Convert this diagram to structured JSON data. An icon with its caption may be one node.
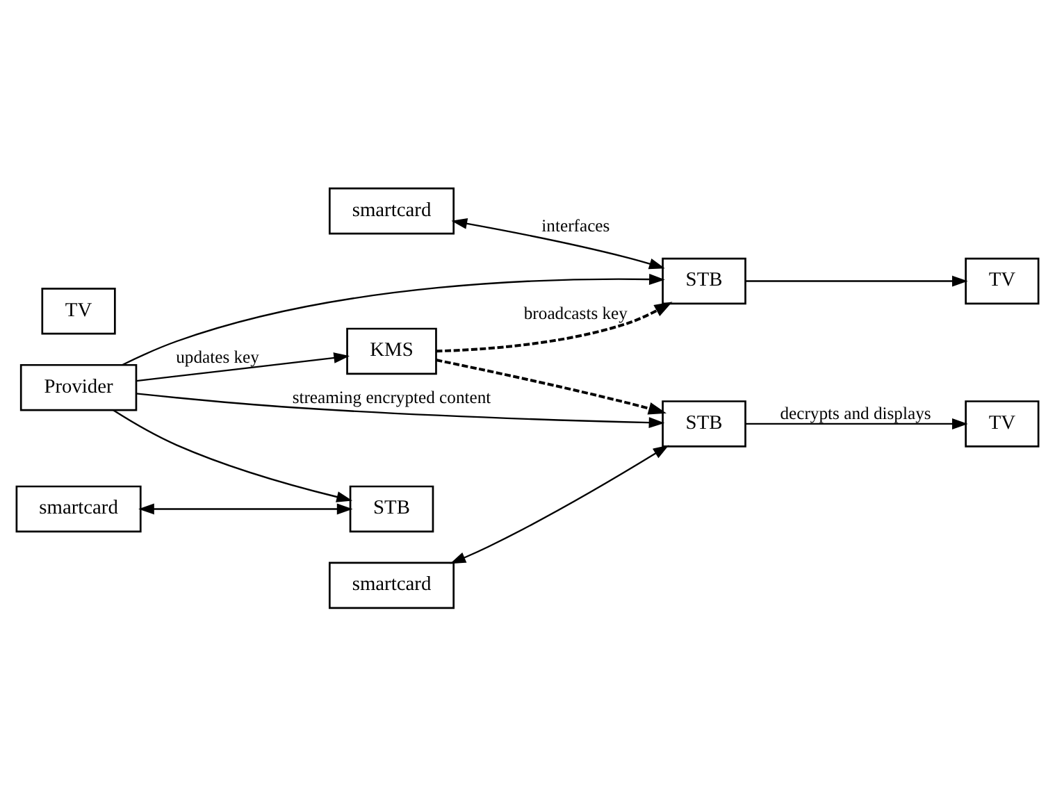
{
  "diagram": {
    "nodes": [
      {
        "text": [
          "KMS"
        ]
      },
      {
        "text": [
          "smartcard"
        ]
      },
      {
        "text": [
          "STB"
        ]
      },
      {
        "text": [
          "TV"
        ]
      },
      {
        "text": [
          "Provider"
        ]
      },
      {
        "text": [
          "smartcard"
        ]
      },
      {
        "text": [
          "STB"
        ]
      },
      {
        "text": [
          "TV"
        ]
      },
      {
        "text": [
          "smartcard"
        ]
      },
      {
        "text": [
          "STB"
        ]
      },
      {
        "text": [
          "TV"
        ]
      }
    ],
    "edges": [
      {
        "from": 4,
        "to": 0,
        "arrow": "to",
        "label": "updates key"
      },
      {
        "from": 0,
        "to": 2,
        "arrow": "to",
        "style": "dashed",
        "label": "broadcasts key"
      },
      {
        "from": 0,
        "to": 9,
        "arrow": "to",
        "style": "dashed"
      },
      {
        "from": 1,
        "to": 2,
        "arrow": "both",
        "label": "interfaces"
      },
      {
        "from": 2,
        "to": 3,
        "arrow": "to"
      },
      {
        "from": 4,
        "to": 2,
        "arrow": "to"
      },
      {
        "from": 4,
        "to": 6,
        "arrow": "to"
      },
      {
        "from": 4,
        "to": 9,
        "arrow": "to",
        "label": "streaming encrypted content"
      },
      {
        "from": 5,
        "to": 6,
        "arrow": "both"
      },
      {
        "from": 8,
        "to": 9,
        "arrow": "both"
      },
      {
        "from": 9,
        "to": 10,
        "arrow": "to",
        "label": "decrypts and displays"
      }
    ]
  }
}
